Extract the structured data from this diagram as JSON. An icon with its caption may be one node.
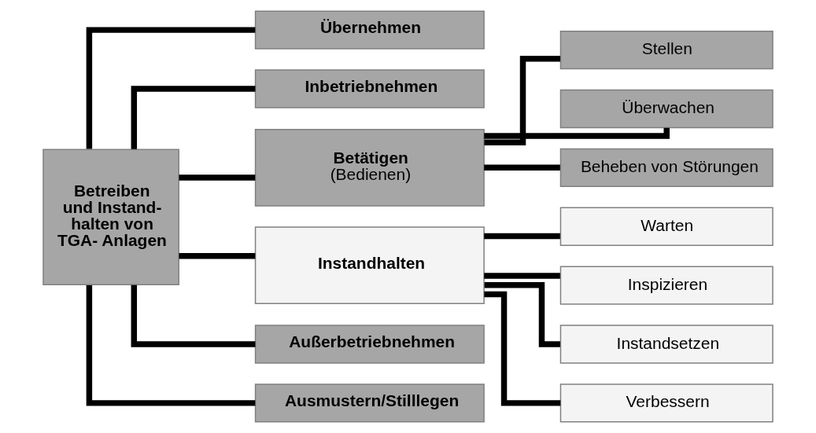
{
  "diagram": {
    "nodes": [
      {
        "text": [
          "Betreiben und Instand- halten von TGA- Anlagen"
        ]
      },
      {
        "text": [
          "Übernehmen"
        ]
      },
      {
        "text": [
          "Inbetriebnehmen"
        ]
      },
      {
        "text": [
          "Betätigen",
          "(Bedienen)"
        ]
      },
      {
        "text": [
          "Stellen"
        ]
      },
      {
        "text": [
          "Überwachen"
        ]
      },
      {
        "text": [
          "Beheben von Störungen"
        ]
      },
      {
        "text": [
          "Instandhalten"
        ]
      },
      {
        "text": [
          "Warten"
        ]
      },
      {
        "text": [
          "Inspizieren"
        ]
      },
      {
        "text": [
          "Instandsetzen"
        ]
      },
      {
        "text": [
          "Verbessern"
        ]
      },
      {
        "text": [
          "Außerbetriebnehmen"
        ]
      },
      {
        "text": [
          "Ausmustern/Stilllegen"
        ]
      }
    ],
    "edges": [
      {
        "from": 0,
        "to": 1,
        "arrow": "none"
      },
      {
        "from": 0,
        "to": 2,
        "arrow": "none"
      },
      {
        "from": 0,
        "to": 3,
        "arrow": "none"
      },
      {
        "from": 0,
        "to": 7,
        "arrow": "none"
      },
      {
        "from": 0,
        "to": 12,
        "arrow": "none"
      },
      {
        "from": 0,
        "to": 13,
        "arrow": "none"
      },
      {
        "from": 3,
        "to": 4,
        "arrow": "none"
      },
      {
        "from": 3,
        "to": 5,
        "arrow": "none"
      },
      {
        "from": 3,
        "to": 6,
        "arrow": "none"
      },
      {
        "from": 7,
        "to": 8,
        "arrow": "none"
      },
      {
        "from": 7,
        "to": 9,
        "arrow": "none"
      },
      {
        "from": 7,
        "to": 10,
        "arrow": "none"
      },
      {
        "from": 7,
        "to": 11,
        "arrow": "none"
      }
    ]
  }
}
